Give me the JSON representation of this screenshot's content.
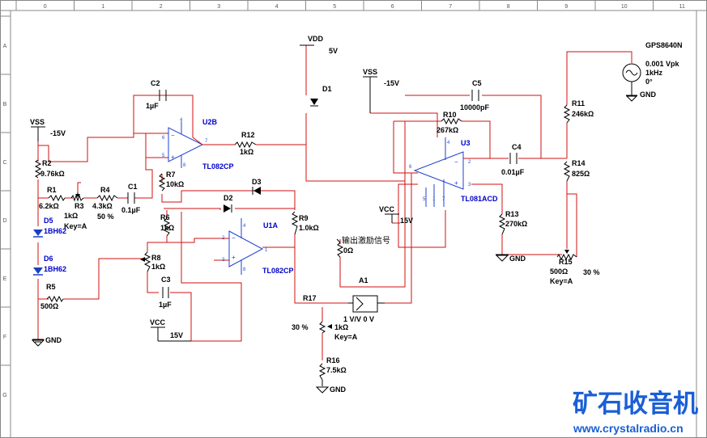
{
  "ruler": {
    "columns": [
      "0",
      "1",
      "2",
      "3",
      "4",
      "5",
      "6",
      "7",
      "8",
      "9",
      "10",
      "11"
    ],
    "rows": [
      "A",
      "B",
      "C",
      "D",
      "E",
      "F",
      "G"
    ]
  },
  "labels": {
    "vss1": "VSS",
    "vss1_val": "-15V",
    "vss2": "VSS",
    "vss2_val": "-15V",
    "vdd": "VDD",
    "vdd_val": "5V",
    "vcc1": "VCC",
    "vcc1_val": "15V",
    "vcc2": "VCC",
    "vcc2_val": "15V",
    "gnd1": "GND",
    "gnd2": "GND",
    "gnd3": "GND",
    "gnd4": "GND",
    "c2": "C2",
    "c2_val": "1µF",
    "u2b": "U2B",
    "u2b_part": "TL082CP",
    "r12": "R12",
    "r12_val": "1kΩ",
    "d1": "D1",
    "r2": "R2",
    "r2_val": "9.76kΩ",
    "r1": "R1",
    "r1_val": "6.2kΩ",
    "r3": "R3",
    "r3_val": "1kΩ",
    "r3_key": "Key=A",
    "r4": "R4",
    "r4_val": "4.3kΩ",
    "r4_pct": "50 %",
    "c1": "C1",
    "c1_val": "0.1µF",
    "r7": "R7",
    "r7_val": "10kΩ",
    "d2": "D2",
    "d3": "D3",
    "r6": "R6",
    "r6_val": "1kΩ",
    "r9": "R9",
    "r9_val": "1.0kΩ",
    "u1a": "U1A",
    "u1a_part": "TL082CP",
    "d5": "D5",
    "d5_part": "1BH62",
    "d6": "D6",
    "d6_part": "1BH62",
    "r5": "R5",
    "r5_val": "500Ω",
    "r8": "R8",
    "r8_val": "1kΩ",
    "c3": "C3",
    "c3_val": "1µF",
    "r17": "R17",
    "r17_val": "0Ω",
    "excite": "输出激励信号",
    "a1": "A1",
    "a1_val": "1 V/V 0 V",
    "rpot_pct": "30 %",
    "rpot_val": "1kΩ",
    "rpot_key": "Key=A",
    "r16": "R16",
    "r16_val": "7.5kΩ",
    "c5": "C5",
    "c5_val": "10000pF",
    "r10": "R10",
    "r10_val": "267kΩ",
    "u3": "U3",
    "u3_part": "TL081ACD",
    "c4": "C4",
    "c4_val": "0.01µF",
    "r13": "R13",
    "r13_val": "270kΩ",
    "r11": "R11",
    "r11_val": "246kΩ",
    "r14": "R14",
    "r14_val": "825Ω",
    "r15": "R15",
    "r15_val": "500Ω",
    "r15_key": "Key=A",
    "r15_pct": "30 %",
    "gen": "GPS8640N",
    "gen_amp": "0.001 Vpk",
    "gen_freq": "1kHz",
    "gen_phase": "0°"
  },
  "watermark": {
    "title": "矿石收音机",
    "url": "www.crystalradio.cn"
  },
  "colors": {
    "wire": "#d01010",
    "component": "#000000",
    "designator": "#0000cc",
    "opamp": "#2040d0",
    "watermark": "#1a5fd6"
  }
}
